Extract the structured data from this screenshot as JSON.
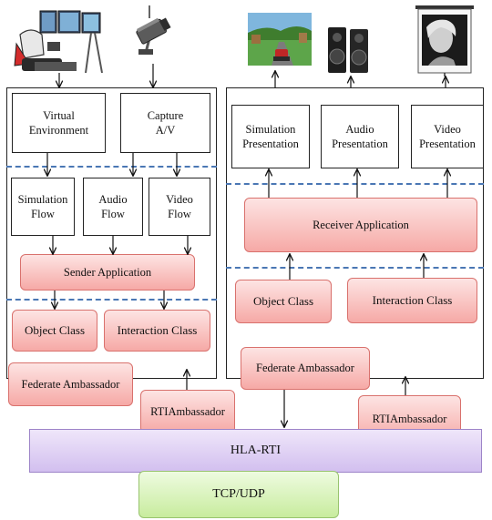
{
  "sender": {
    "virtual_environment": [
      "Virtual",
      "Environment"
    ],
    "capture_av": [
      "Capture",
      "A/V"
    ],
    "simulation_flow": [
      "Simulation",
      "Flow"
    ],
    "audio_flow": [
      "Audio",
      "Flow"
    ],
    "video_flow": [
      "Video",
      "Flow"
    ],
    "sender_application": "Sender Application",
    "object_class": "Object Class",
    "interaction_class": "Interaction Class",
    "federate_ambassador": "Federate Ambassador",
    "rti_ambassador": "RTIAmbassador"
  },
  "receiver": {
    "simulation_presentation": [
      "Simulation",
      "Presentation"
    ],
    "audio_presentation": [
      "Audio",
      "Presentation"
    ],
    "video_presentation": [
      "Video",
      "Presentation"
    ],
    "receiver_application": "Receiver Application",
    "object_class": "Object Class",
    "interaction_class": "Interaction Class",
    "federate_ambassador": "Federate Ambassador",
    "rti_ambassador": "RTIAmbassador"
  },
  "infrastructure": {
    "hla_rti": "HLA-RTI",
    "tcp_udp": "TCP/UDP"
  },
  "icons": {
    "simulator": "flight-simulator-icon",
    "camera": "video-camera-icon",
    "game": "racing-game-screen-icon",
    "speakers": "speakers-icon",
    "screen": "projection-screen-icon"
  },
  "colors": {
    "pink_fill": "#f6a9a6",
    "pink_border": "#d9716d",
    "purple_fill": "#d2bfef",
    "green_fill": "#c8ec9e",
    "dash_blue": "#4a77b4"
  }
}
